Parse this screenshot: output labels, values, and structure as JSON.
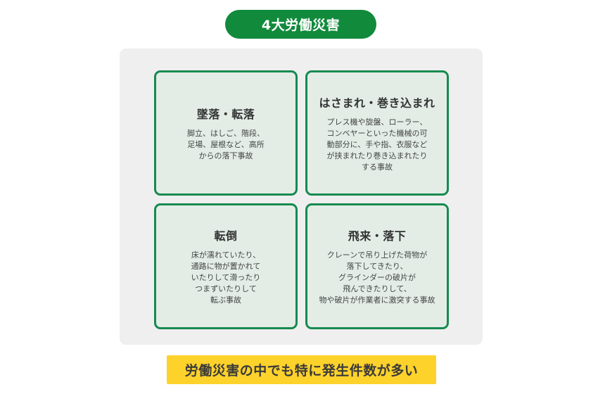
{
  "header": {
    "title": "4大労働災害",
    "color": "#118a3c"
  },
  "cards": [
    {
      "title": "墜落・転落",
      "description": "脚立、はしご、階段、\n足場、屋根など、高所\nからの落下事故"
    },
    {
      "title": "はさまれ・巻き込まれ",
      "description": "プレス機や旋盤、ローラー、\nコンベヤーといった機械の可\n動部分に、手や指、衣服など\nが挟まれたり巻き込まれたり\nする事故"
    },
    {
      "title": "転倒",
      "description": "床が濡れていたり、\n通路に物が置かれて\nいたりして滑ったり\nつまずいたりして\n転ぶ事故"
    },
    {
      "title": "飛来・落下",
      "description": "クレーンで吊り上げた荷物が\n落下してきたり、\nグラインダーの破片が\n飛んできたりして、\n物や破片が作業者に激突する事故"
    }
  ],
  "footer": {
    "banner_text": "労働災害の中でも特に発生件数が多い",
    "color": "#fdd22b"
  },
  "colors": {
    "card_border": "#168a4f",
    "card_fill": "#e3ede6",
    "panel_bg": "#efefef"
  }
}
